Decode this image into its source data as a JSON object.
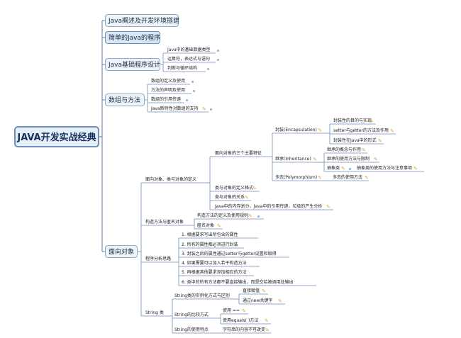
{
  "root": "JAVA开发实战经典",
  "branches": [
    {
      "label": "Java概述及开发环境搭建"
    },
    {
      "label": "简单的Java的程序"
    },
    {
      "label": "Java基础程序设计",
      "children": [
        "Java中的基础数据类型",
        "运算符，表达式与语句",
        "判断与循环结构"
      ]
    },
    {
      "label": "数组与方法",
      "children": [
        "数组的定义及使用",
        "方法的声明及使用",
        "数组的引用传递",
        "Java新特性对数组的支持"
      ]
    },
    {
      "label": "面向对象"
    }
  ],
  "oop": {
    "class_object": "面向对象、类与对象的定义",
    "three_features": "面向对象的三个主要特征",
    "encapsulation": "封装(Encapsulation)",
    "enc_items": [
      "封装性的目的与实现",
      "setter与getter的方法及作用",
      "封装性在Java中的形式"
    ],
    "inheritance": "继承(Inheritance)",
    "inh_items": [
      "继承的概念与作用",
      "继承的使用方法与限制"
    ],
    "abstract_class": "抽象类",
    "abstract_note": "抽象类的使用方法与注意事项",
    "polymorphism": "多态(Polymorphism)",
    "poly_item": "多态的使用方法",
    "class_def_format": "类与对象的定义格式",
    "class_relation": "类与对象的关系",
    "memory": "Java中的内存划分，Java中的引用传递，垃圾的产生分析",
    "constructor_anon": "构造方法与匿名对象",
    "constructor": "构造方法的定义及使用规则",
    "anonymous": "匿名对象",
    "analysis": "程序分析思路",
    "analysis_items": [
      "1. 根据要求写出所包含的属性",
      "2. 所有的属性都必须进行封装",
      "3. 封装之后的属性通过setter与getter设置和取得",
      "4. 如果需要可以加入若干构造方法",
      "5. 再根据其他要求添加相应的方法",
      "6. 类中的所有方法都不要直接输出，而是交给被调用处输出"
    ],
    "string": "String 类",
    "string_inst": "String类的实例化方式与区别",
    "string_inst_items": [
      "直接赋值",
      "通过new关键字"
    ],
    "string_cmp": "String的比较方式",
    "string_cmp_items": [
      "使用 ==",
      "使用equals( )方法"
    ],
    "string_feature": "String的使用特点",
    "string_feature_item": "字符串的内容不可改变"
  },
  "colors": {
    "line": "#6f8fb8",
    "dot": "#8eb1da",
    "note": "#e2a43a"
  }
}
